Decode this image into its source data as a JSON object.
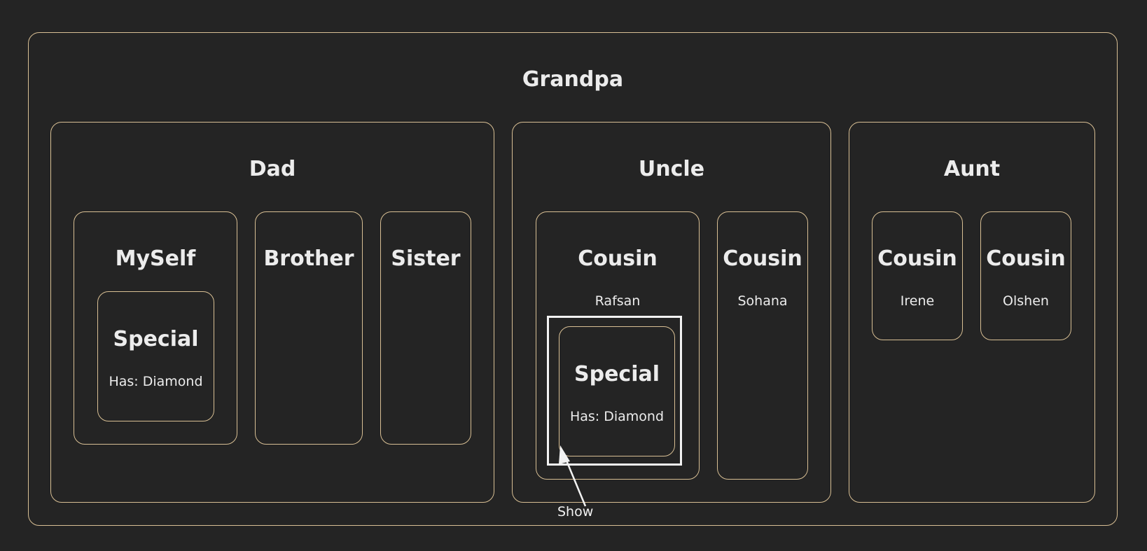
{
  "grandpa": {
    "label": "Grandpa"
  },
  "dad": {
    "label": "Dad",
    "myself": {
      "label": "MySelf",
      "special": {
        "label": "Special",
        "has": "Has: Diamond"
      }
    },
    "brother": {
      "label": "Brother"
    },
    "sister": {
      "label": "Sister"
    }
  },
  "uncle": {
    "label": "Uncle",
    "cousin1": {
      "label": "Cousin",
      "name": "Rafsan",
      "special": {
        "label": "Special",
        "has": "Has: Diamond"
      }
    },
    "cousin2": {
      "label": "Cousin",
      "name": "Sohana"
    }
  },
  "aunt": {
    "label": "Aunt",
    "cousin1": {
      "label": "Cousin",
      "name": "Irene"
    },
    "cousin2": {
      "label": "Cousin",
      "name": "Olshen"
    }
  },
  "annotation": {
    "label": "Show"
  },
  "colors": {
    "background": "#242424",
    "border": "#d8bf94",
    "text": "#ececec",
    "highlight": "#f2f2f2"
  }
}
